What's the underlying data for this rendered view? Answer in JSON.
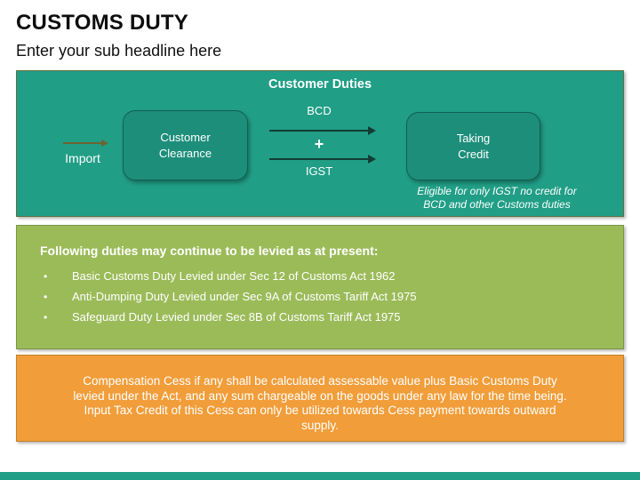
{
  "slide": {
    "title": "CUSTOMS DUTY",
    "subtitle": "Enter your sub headline here"
  },
  "flow_panel": {
    "heading": "Customer Duties",
    "import_label": "Import",
    "clearance_box": {
      "line1": "Customer",
      "line2": "Clearance"
    },
    "credit_box": {
      "line1": "Taking",
      "line2": "Credit"
    },
    "arrow_top_label": "BCD",
    "plus_label": "+",
    "arrow_bottom_label": "IGST",
    "note_line1": "Eligible for only IGST no credit for",
    "note_line2": "BCD and other Customs duties"
  },
  "duties_panel": {
    "heading": "Following duties may continue to be levied as at present:",
    "items": [
      "Basic Customs Duty Levied under Sec 12 of Customs Act 1962",
      "Anti-Dumping Duty Levied under Sec 9A of Customs Tariff Act 1975",
      "Safeguard Duty Levied under Sec 8B of Customs Tariff Act 1975"
    ]
  },
  "cess_panel": {
    "text": "Compensation Cess if any shall be calculated assessable value plus Basic Customs Duty levied under the Act, and any sum chargeable on the goods under any law for the time being. Input Tax Credit of this Cess can only be utilized towards Cess payment towards outward supply."
  },
  "colors": {
    "teal_panel": "#219e86",
    "node_fill": "#1d8e7a",
    "node_border": "#0f6152",
    "green_panel": "#9bbb59",
    "orange_panel": "#f19d39",
    "dark_arrow": "#123d35",
    "import_arrow": "#6e6331",
    "footer_bar": "#219e86"
  }
}
